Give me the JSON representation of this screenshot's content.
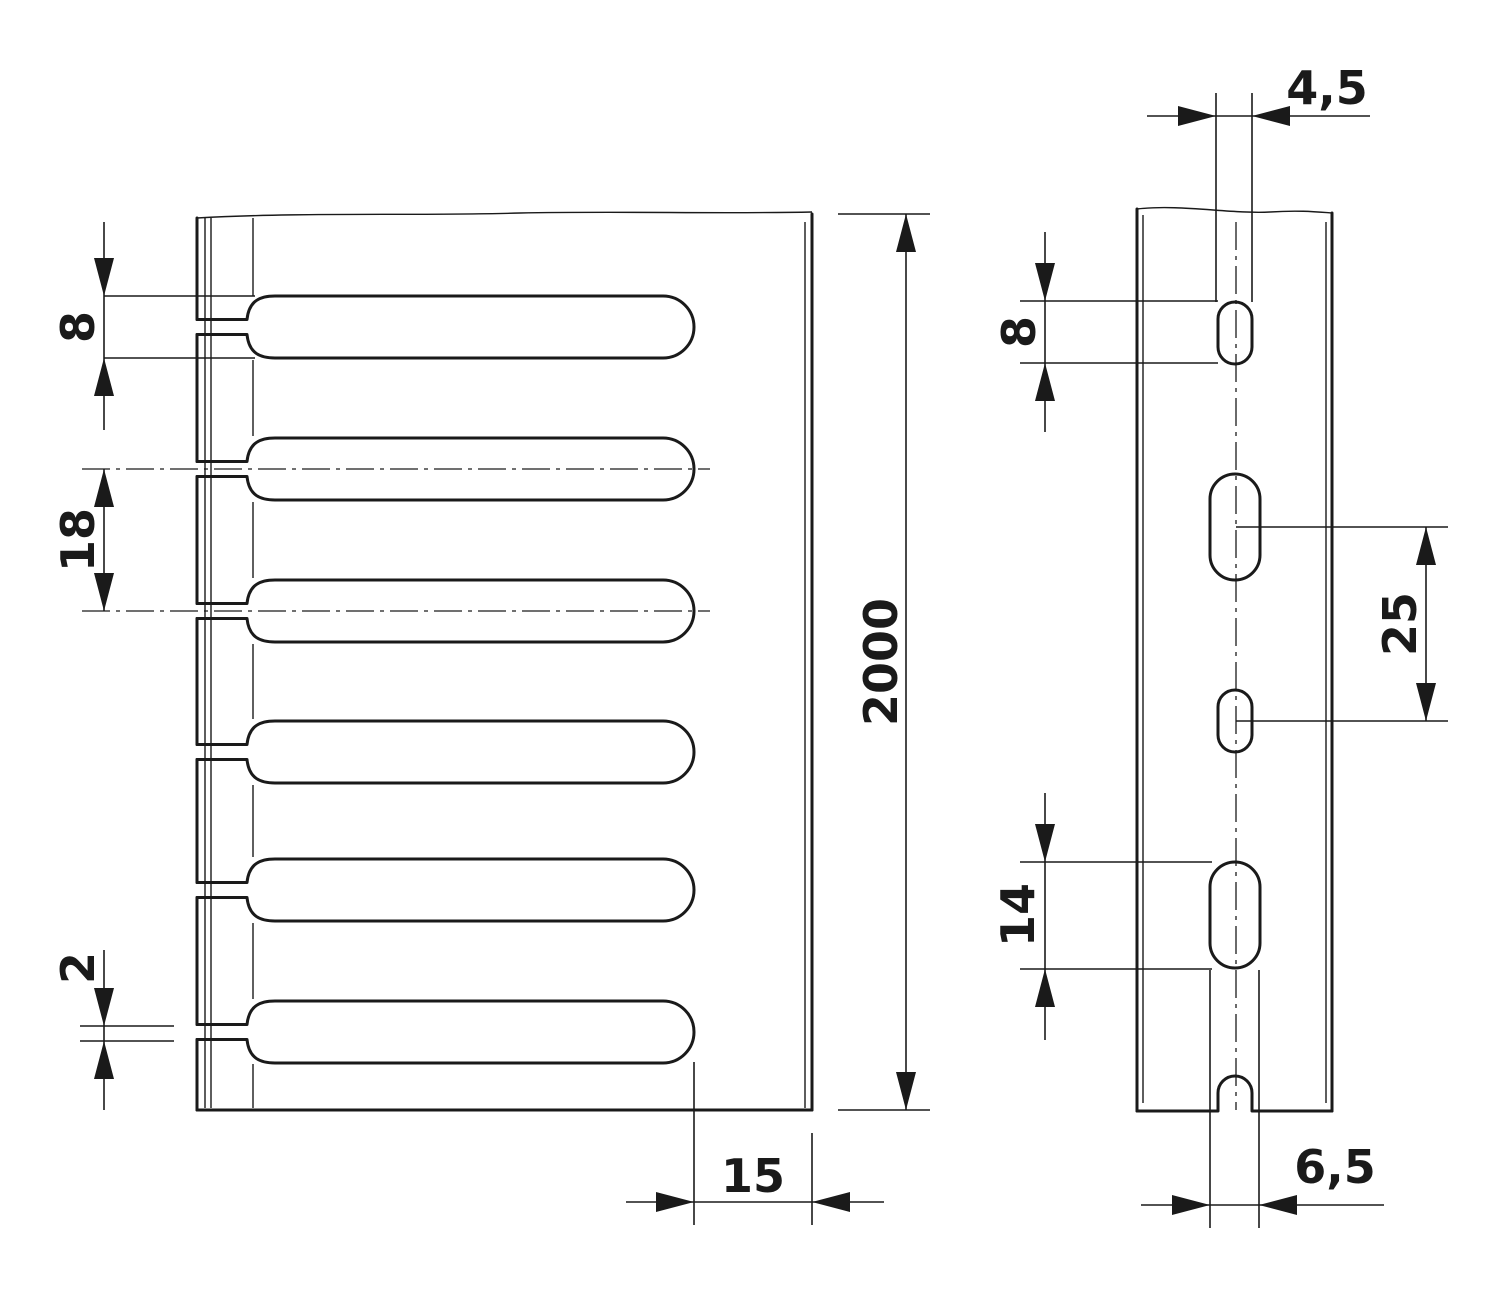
{
  "front_view": {
    "dim_slot_height": "8",
    "dim_slot_pitch": "18",
    "dim_gap": "2",
    "dim_length": "2000",
    "dim_bottom_offset": "15"
  },
  "side_view": {
    "dim_offset_top": "4,5",
    "dim_small_hole": "8",
    "dim_hole_pitch": "25",
    "dim_large_hole": "14",
    "dim_offset_bottom": "6,5"
  },
  "colors": {
    "line": "#1a1a1a",
    "background": "#ffffff"
  }
}
